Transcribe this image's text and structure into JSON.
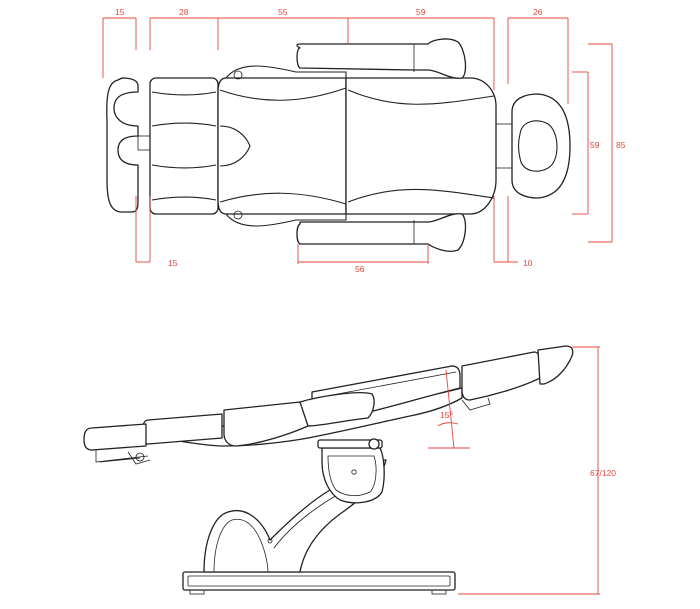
{
  "top_view": {
    "dims": {
      "d15_top": "15",
      "d28": "28",
      "d55": "55",
      "d59_top": "59",
      "d26": "26",
      "d85": "85",
      "d59_side": "59",
      "d15_bottom": "15",
      "d56": "56",
      "d10": "10"
    }
  },
  "side_view": {
    "dims": {
      "angle": "15º",
      "height": "67/120"
    }
  },
  "colors": {
    "dimension": "#e8453c",
    "outline": "#222222"
  }
}
